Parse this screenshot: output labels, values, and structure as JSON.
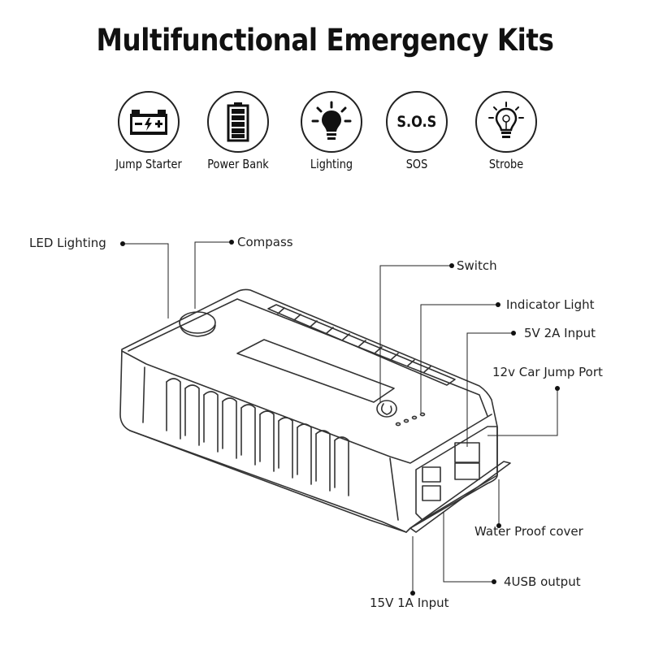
{
  "title": "Multifunctional Emergency Kits",
  "features": [
    {
      "label": "Jump Starter",
      "icon": "car-battery-icon"
    },
    {
      "label": "Power Bank",
      "icon": "battery-icon"
    },
    {
      "label": "Lighting",
      "icon": "light-bulb-icon"
    },
    {
      "label": "SOS",
      "icon": "sos-icon",
      "badge": "S.O.S"
    },
    {
      "label": "Strobe",
      "icon": "strobe-bulb-icon"
    }
  ],
  "callouts": {
    "led_lighting": "LED Lighting",
    "compass": "Compass",
    "switch": "Switch",
    "indicator_light": "Indicator Light",
    "input_5v": "5V 2A Input",
    "car_jump_port": "12v Car Jump Port",
    "water_proof_cover": "Water Proof cover",
    "usb_output": "4USB output",
    "input_15v": "15V 1A Input"
  },
  "colors": {
    "line": "#222222",
    "text": "#111111"
  }
}
